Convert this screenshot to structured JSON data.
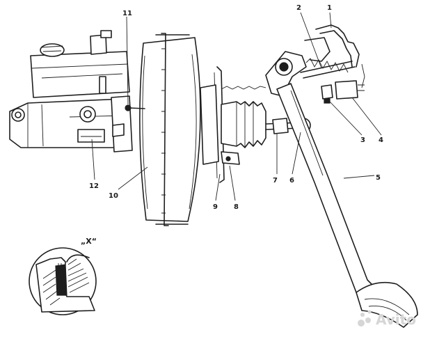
{
  "callouts": [
    {
      "id": "1",
      "label": "1"
    },
    {
      "id": "2",
      "label": "2"
    },
    {
      "id": "3",
      "label": "3"
    },
    {
      "id": "4",
      "label": "4"
    },
    {
      "id": "5",
      "label": "5"
    },
    {
      "id": "6",
      "label": "6"
    },
    {
      "id": "7",
      "label": "7"
    },
    {
      "id": "8",
      "label": "8"
    },
    {
      "id": "9",
      "label": "9"
    },
    {
      "id": "10",
      "label": "10"
    },
    {
      "id": "11",
      "label": "11"
    },
    {
      "id": "12",
      "label": "12"
    }
  ],
  "detail_view": {
    "label": "„X“"
  },
  "watermark": {
    "text": "Avito"
  }
}
